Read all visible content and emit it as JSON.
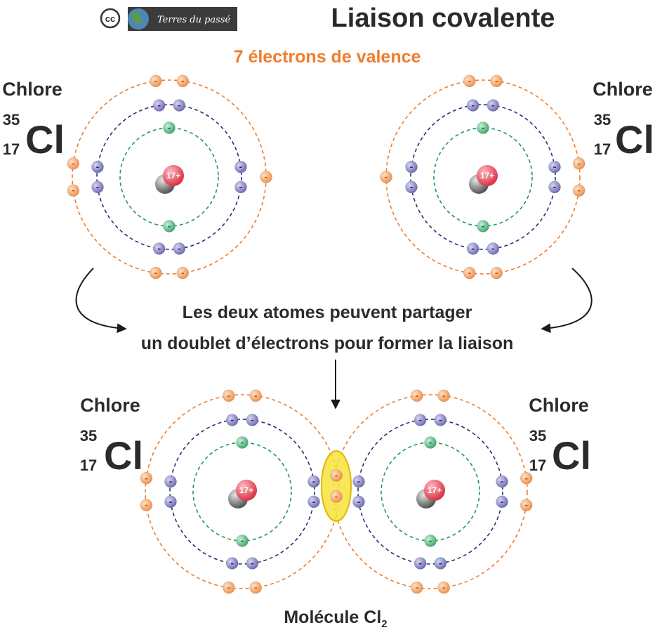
{
  "logo": {
    "badge": "cc",
    "text": "Terres du passé"
  },
  "title": "Liaison covalente",
  "valence_label": "7 électrons de valence",
  "explanation": {
    "line1": "Les deux atomes peuvent partager",
    "line2": "un doublet d’électrons pour former la liaison"
  },
  "molecule_caption": {
    "text": "Molécule Cl",
    "subscript": "2"
  },
  "element": {
    "name": "Chlore",
    "mass_number": "35",
    "atomic_number": "17",
    "symbol": "Cl"
  },
  "nucleus_charge": "17+",
  "electron_sign": "-",
  "atom_config": {
    "shells": [
      2,
      8,
      7
    ],
    "shared_pair_electrons": 2
  },
  "colors": {
    "shell1": "#1f9a57",
    "shell2": "#2e2a7a",
    "shell3": "#f07d2c",
    "electron_green": "#5cc28a",
    "electron_purple": "#8280c0",
    "electron_orange": "#f4a063",
    "nucleus_red": "#e03a4b",
    "nucleus_gray": "#6a6a6a",
    "bond_highlight": "#f7e33c",
    "valence_text": "#f07d2c"
  }
}
